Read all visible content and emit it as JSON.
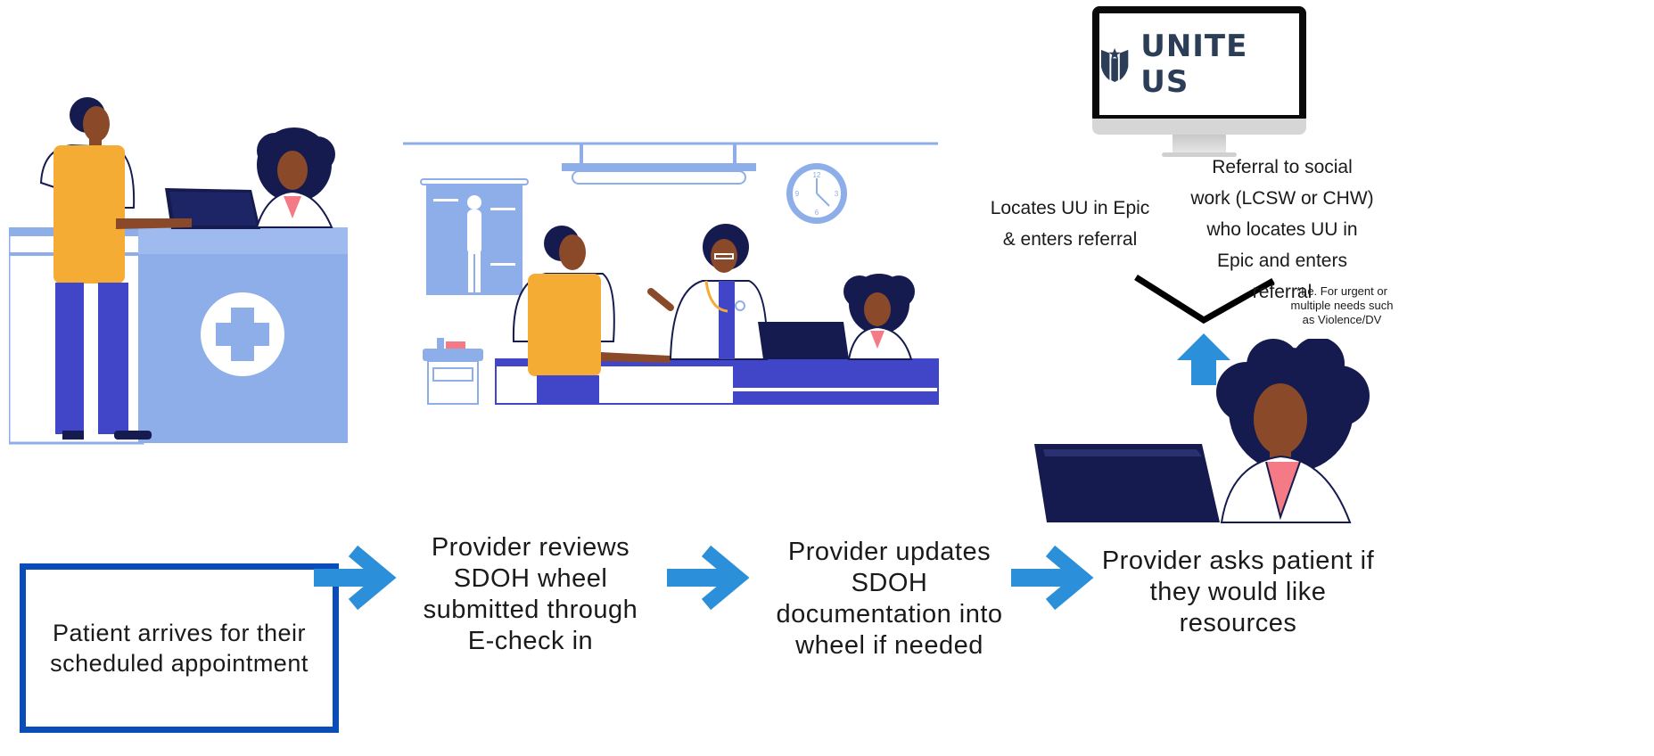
{
  "steps": [
    {
      "label": "Patient arrives for their\nscheduled appointment"
    },
    {
      "label": "Provider reviews\nSDOH wheel\nsubmitted through\nE-check in"
    },
    {
      "label": "Provider updates\nSDOH\ndocumentation into\nwheel if needed"
    },
    {
      "label": "Provider asks patient if\nthey would like\nresources"
    }
  ],
  "branches": {
    "left": "Locates UU in Epic\n& enters referral",
    "right": "Referral to social\nwork (LCSW or CHW)\nwho locates UU in\nEpic and enters\nreferral",
    "note": "*I.e. For urgent or\nmultiple needs such\nas Violence/DV"
  },
  "monitor_logo": "UNITE US",
  "clock_numbers": [
    "12",
    "3",
    "6",
    "9"
  ],
  "colors": {
    "arrow": "#2b8fd9",
    "box_border": "#0a4db8",
    "light_blue": "#8eaeea",
    "navy": "#151b4f",
    "vest": "#f4ac34",
    "pants": "#4146c8",
    "skin": "#8a4a2a"
  }
}
